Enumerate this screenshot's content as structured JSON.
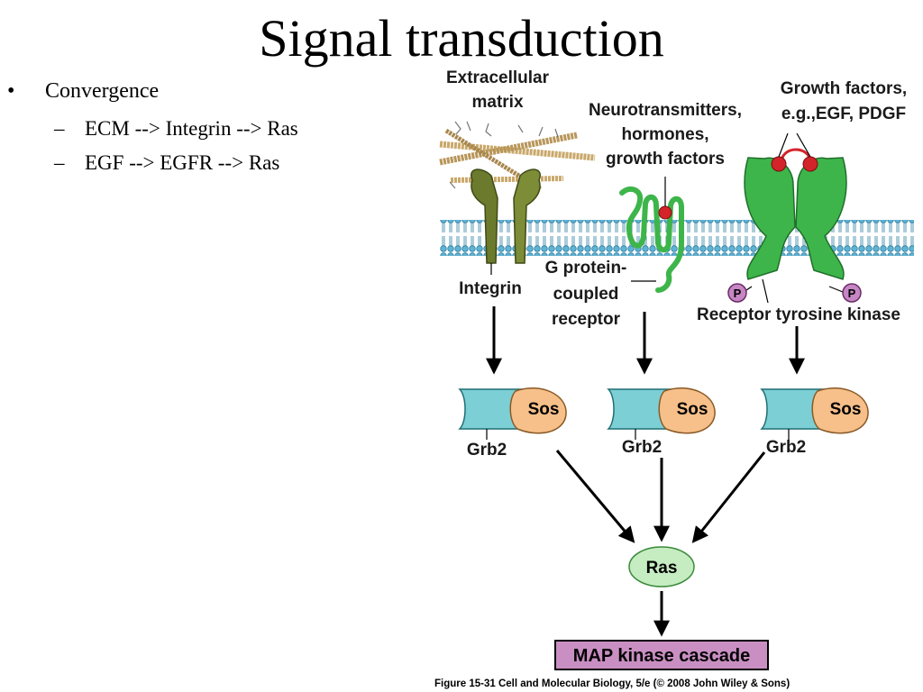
{
  "slide": {
    "title": "Signal transduction",
    "bullets": [
      {
        "text": "Convergence",
        "sub": [
          "ECM --> Integrin --> Ras",
          "EGF --> EGFR --> Ras"
        ]
      }
    ]
  },
  "figure": {
    "extracellular_matrix": [
      "Extracellular",
      "matrix"
    ],
    "neurotransmitters": [
      "Neurotransmitters,",
      "hormones,",
      "growth factors"
    ],
    "growth_factors": [
      "Growth factors,",
      "e.g.,EGF, PDGF"
    ],
    "integrin": "Integrin",
    "gpcr": [
      "G protein-",
      "coupled",
      "receptor"
    ],
    "rtk": "Receptor tyrosine kinase",
    "phospho": "P",
    "sos": "Sos",
    "grb2": "Grb2",
    "ras": "Ras",
    "map_kinase": "MAP kinase cascade",
    "caption": "Figure 15-31  Cell and Molecular Biology, 5/e (© 2008 John Wiley & Sons)"
  },
  "colors": {
    "membrane": "#5fb3d3",
    "integrin": "#6b7a2c",
    "receptor_green": "#3db54a",
    "grb2": "#7ccfd4",
    "sos": "#f7c08a",
    "ras": "#c6ecc1",
    "map_kinase": "#c98fc2",
    "phospho": "#c586c3",
    "ligand": "#d3242a"
  }
}
